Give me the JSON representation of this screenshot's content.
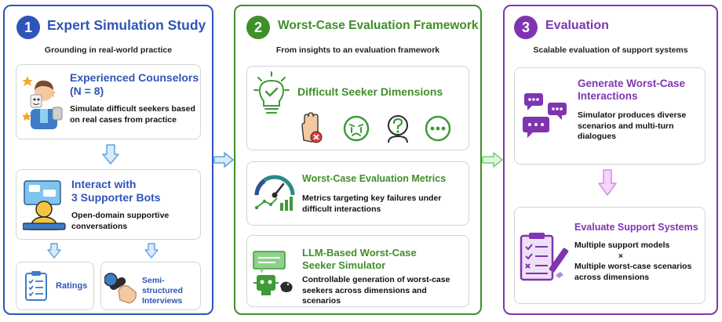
{
  "colors": {
    "blue": "#2f55b8",
    "green": "#3f8f2a",
    "purple": "#7f35b0",
    "arrow_blue": "#5ba3e0",
    "arrow_green": "#6ed36e",
    "arrow_purple": "#d98ae8"
  },
  "panel1": {
    "number": "1",
    "title": "Expert Simulation Study",
    "subtitle": "Grounding in real-world practice",
    "card_counselors": {
      "title_line1": "Experienced Counselors",
      "title_line2": "(N = 8)",
      "body": "Simulate difficult seekers based on real cases from practice",
      "icon": "counselor-icon"
    },
    "card_interact": {
      "title_line1": "Interact with",
      "title_line2": "3 Supporter Bots",
      "body": "Open-domain supportive conversations",
      "icon": "chat-user-icon"
    },
    "card_ratings": {
      "label": "Ratings",
      "icon": "clipboard-icon"
    },
    "card_interviews": {
      "label_line1": "Semi-structured",
      "label_line2": "Interviews",
      "icon": "microphone-icon"
    }
  },
  "panel2": {
    "number": "2",
    "title": "Worst-Case Evaluation Framework",
    "subtitle": "From insights to an evaluation framework",
    "card_dimensions": {
      "title": "Difficult Seeker Dimensions",
      "icons": [
        "lightbulb-check-icon",
        "raised-hand-icon",
        "crying-face-icon",
        "question-head-icon",
        "ellipsis-icon"
      ]
    },
    "card_metrics": {
      "title": "Worst-Case Evaluation Metrics",
      "body": "Metrics targeting key failures under difficult interactions",
      "icon": "gauge-chart-icon"
    },
    "card_simulator": {
      "title_line1": "LLM-Based Worst-Case",
      "title_line2": "Seeker Simulator",
      "body": "Controllable generation of worst-case seekers across dimensions and scenarios",
      "icon": "robot-icon"
    }
  },
  "panel3": {
    "number": "3",
    "title": "Evaluation",
    "subtitle": "Scalable evaluation of support systems",
    "card_generate": {
      "title_line1": "Generate Worst-Case",
      "title_line2": "Interactions",
      "body": "Simulator produces diverse scenarios and multi-turn dialogues",
      "icon": "chat-bubbles-icon"
    },
    "card_evaluate": {
      "title": "Evaluate Support Systems",
      "body_line1": "Multiple support models",
      "body_times": "×",
      "body_line2": "Multiple worst-case scenarios across dimensions",
      "icon": "checklist-pen-icon"
    }
  }
}
